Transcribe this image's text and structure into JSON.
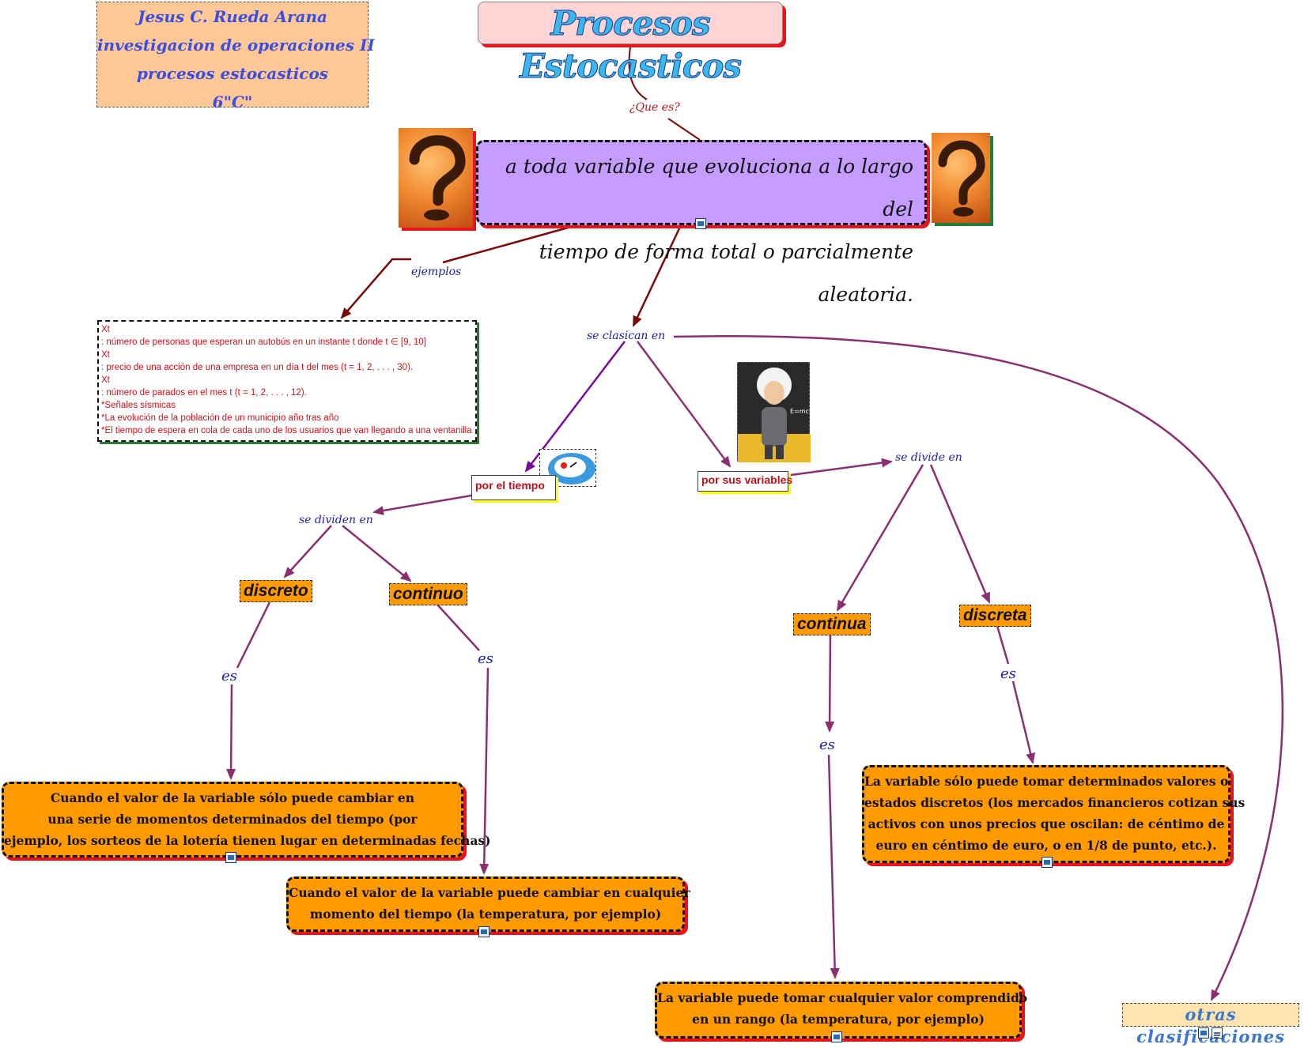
{
  "author": {
    "lines": [
      "Jesus C. Rueda Arana",
      "investigacion de operaciones II",
      "procesos estocasticos",
      "6\"C\""
    ]
  },
  "title": "Procesos Estocasticos",
  "link_labels": {
    "que_es": "¿Que es?",
    "ejemplos": "ejemplos",
    "se_clasifican": "se clasican en",
    "se_divide_en": "se divide en",
    "se_dividen_en": "se dividen en",
    "es1": "es",
    "es2": "es",
    "es3": "es",
    "es4": "es"
  },
  "definition": {
    "line1": "a toda variable  que evoluciona a lo largo del",
    "line2": "tiempo de forma total o parcialmente aleatoria."
  },
  "examples": {
    "lines": [
      "Xt",
      ": número de personas que esperan un autobús en un instante t donde t ∈ [9, 10]",
      "Xt",
      ": precio de una acción de una empresa en un día t del mes (t = 1, 2, . . . , 30).",
      "Xt",
      ": número de parados en el mes t (t = 1, 2, . . . , 12).",
      "*Señales sísmicas",
      "*La evolución de la población de un municipio año tras año",
      "*El tiempo de espera en cola de cada uno de los usuarios que van llegando a una ventanilla"
    ]
  },
  "nodes": {
    "por_el_tiempo": "por el tiempo",
    "por_sus_variables": "por sus variables",
    "discreto": "discreto",
    "continuo": "continuo",
    "continua": "continua",
    "discreta": "discreta"
  },
  "descriptions": {
    "discreto": [
      "Cuando el valor de la variable sólo puede cambiar en",
      "una serie de momentos determinados del tiempo (por",
      "ejemplo, los sorteos de la lotería tienen lugar en determinadas fechas)"
    ],
    "continuo": [
      "Cuando el valor de la variable puede cambiar en cualquier",
      "momento del tiempo (la temperatura, por ejemplo)"
    ],
    "continua": [
      "La variable puede tomar cualquier valor comprendido",
      "en un rango (la temperatura, por ejemplo)"
    ],
    "discreta": [
      "La variable sólo puede tomar determinados valores o",
      "estados discretos (los mercados financieros cotizan sus",
      "activos con unos precios que oscilan: de céntimo de",
      "euro en céntimo de euro, o en 1/8 de punto, etc.)."
    ]
  },
  "otras": "otras clasificaciones",
  "colors": {
    "dark_red_link": "#7a0a0a",
    "purple_link": "#8a3070",
    "violet_link": "#7a0a9a",
    "label_blue": "#2020a0",
    "orange": "#ff9a00",
    "definition_bg": "#c59cff",
    "shadow_red": "#e8141a"
  },
  "icons": [
    "question-mark-image-left",
    "question-mark-image-right",
    "einstein-image",
    "clock-image",
    "image-attachment-icon",
    "note-attachment-icon"
  ]
}
